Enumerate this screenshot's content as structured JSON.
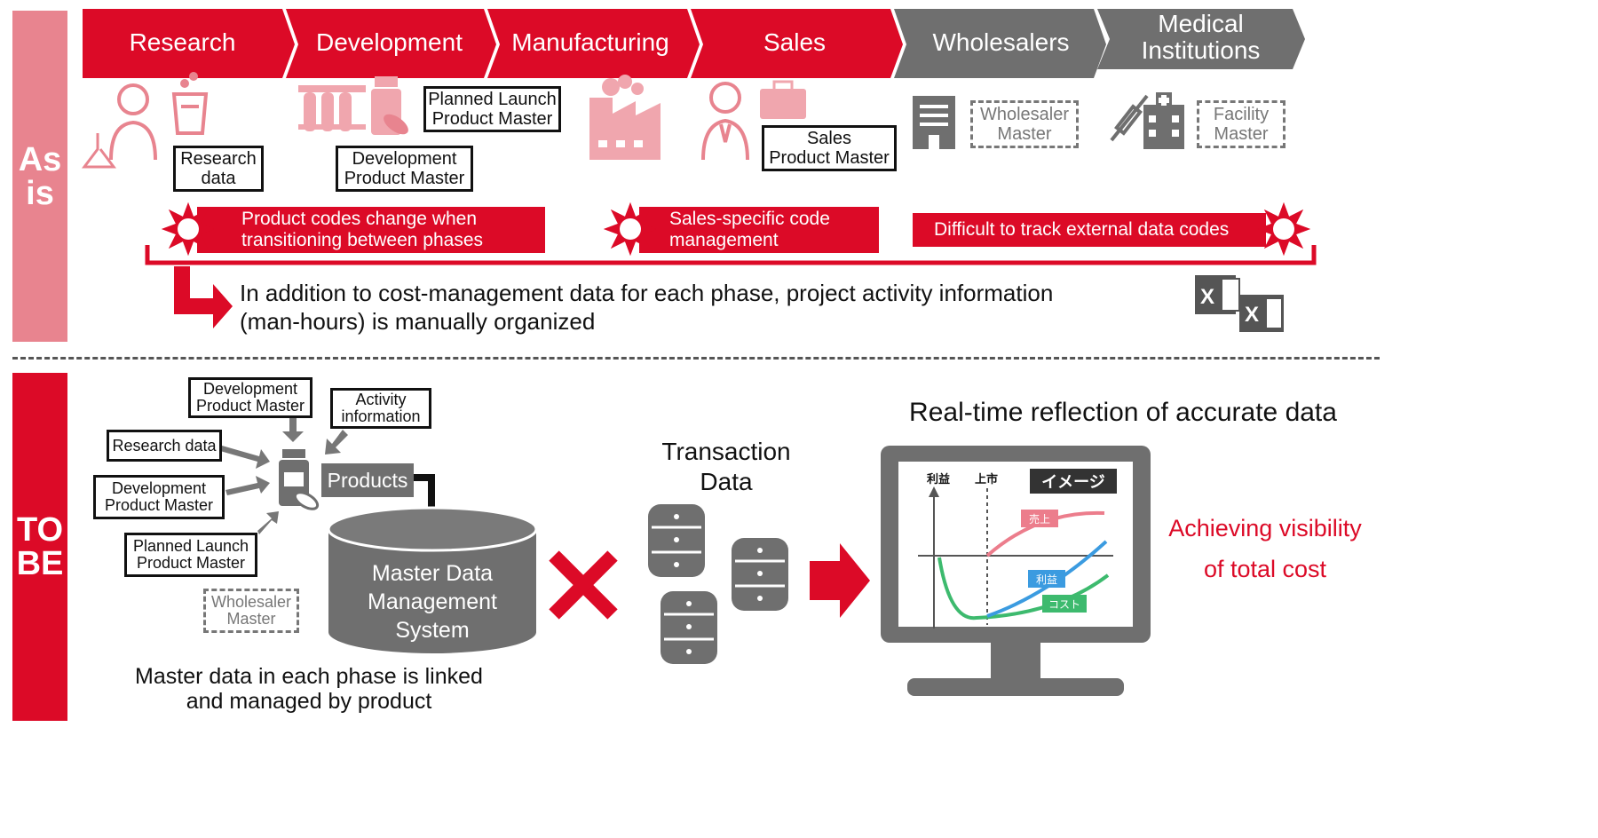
{
  "colors": {
    "red": "#dc0a27",
    "pink": "#e8848f",
    "pink_light": "#f0a6ae",
    "gray": "#6f6f6f",
    "light_gray": "#888888",
    "green": "#3dba6e",
    "blue": "#3b9be0"
  },
  "as_is": {
    "label": "As\nis",
    "phases": [
      "Research",
      "Development",
      "Manufacturing",
      "Sales",
      "Wholesalers",
      "Medical\nInstitutions"
    ],
    "boxes": {
      "research_data": "Research\ndata",
      "planned_launch": "Planned Launch\nProduct Master",
      "development_master": "Development\nProduct Master",
      "sales_master": "Sales\nProduct Master",
      "wholesaler_master": "Wholesaler\nMaster",
      "facility_master": "Facility\nMaster"
    },
    "issues": [
      "Product codes change when\ntransitioning between phases",
      "Sales-specific code\nmanagement",
      "Difficult to track external data codes"
    ],
    "manual_note": "In addition to cost-management data for each phase, project activity information\n(man-hours) is manually organized",
    "icons": [
      "researcher-icon",
      "beaker-icon",
      "test-tubes-icon",
      "medicine-bottle-icon",
      "factory-icon",
      "salesperson-icon",
      "briefcase-icon",
      "building-icon",
      "syringe-icon",
      "hospital-icon",
      "excel-file-icon"
    ]
  },
  "to_be": {
    "label": "TO\nBE",
    "inputs": {
      "development_master_top": "Development\nProduct Master",
      "activity": "Activity\ninformation",
      "research_data": "Research data",
      "development_master": "Development\nProduct Master",
      "planned_launch": "Planned Launch\nProduct Master",
      "wholesaler_master": "Wholesaler\nMaster"
    },
    "products_label": "Products",
    "mdm_label": "Master Data\nManagement\nSystem",
    "linked_caption": "Master data in each phase is linked\nand managed by product",
    "transaction_label": "Transaction\nData",
    "realtime_title": "Real-time reflection of accurate data",
    "chart": {
      "y_axis_label": "利益",
      "launch_label": "上市",
      "image_tag": "イメージ",
      "series_labels": [
        "売上",
        "利益",
        "コスト"
      ]
    },
    "visibility_text": "Achieving visibility\nof total cost"
  }
}
